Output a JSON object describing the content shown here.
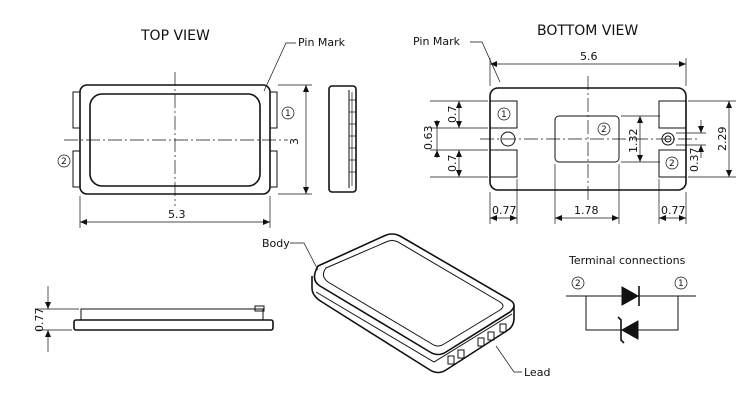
{
  "top_view": {
    "title": "TOP VIEW",
    "pin_mark": "Pin Mark",
    "dim_width": "5.3",
    "dim_height": "3",
    "pin1": "1",
    "pin2": "2"
  },
  "bottom_view": {
    "title": "BOTTOM VIEW",
    "pin_mark": "Pin Mark",
    "dim_width": "5.6",
    "dim_pad_top": "0.7",
    "dim_pad_bottom": "0.7",
    "dim_gap": "0.63",
    "dim_left_pad": "0.77",
    "dim_center_pad": "1.78",
    "dim_right_pad": "0.77",
    "dim_center_height": "1.32",
    "dim_right_small": "0.37",
    "dim_total_height": "2.29",
    "pin1": "1",
    "pin2_center": "2",
    "pin2_right": "2"
  },
  "side_view": {
    "dim_height": "0.77"
  },
  "perspective": {
    "body_label": "Body",
    "lead_label": "Lead"
  },
  "terminal": {
    "title": "Terminal connections",
    "pin_left": "2",
    "pin_right": "1"
  }
}
